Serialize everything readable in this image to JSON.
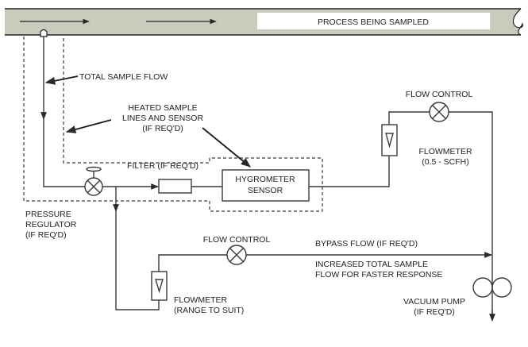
{
  "diagram": {
    "title": "Hygrometer sample system schematic",
    "colors": {
      "pipe": "#cbcbbd",
      "line": "#3a3a3a",
      "text": "#222222"
    },
    "pipe_label": "PROCESS BEING SAMPLED",
    "labels": {
      "total_sample_flow": "TOTAL SAMPLE FLOW",
      "heated_lines": [
        "HEATED SAMPLE",
        "LINES AND SENSOR",
        "(IF REQ'D)"
      ],
      "filter": "FILTER (IF REQ'D)",
      "hygrometer": [
        "HYGROMETER",
        "SENSOR"
      ],
      "pressure_regulator": [
        "PRESSURE",
        "REGULATOR",
        "(IF REQ'D)"
      ],
      "flow_control_top": "FLOW CONTROL",
      "flowmeter_top": [
        "FLOWMETER",
        "(0.5 - SCFH)"
      ],
      "flow_control_bottom": "FLOW CONTROL",
      "bypass_flow": "BYPASS FLOW (IF REQ'D)",
      "increased_flow": [
        "INCREASED TOTAL SAMPLE",
        "FLOW FOR FASTER RESPONSE"
      ],
      "flowmeter_bottom": [
        "FLOWMETER",
        "(RANGE TO SUIT)"
      ],
      "vacuum_pump": [
        "VACUUM PUMP",
        "(IF REQ'D)"
      ]
    }
  }
}
